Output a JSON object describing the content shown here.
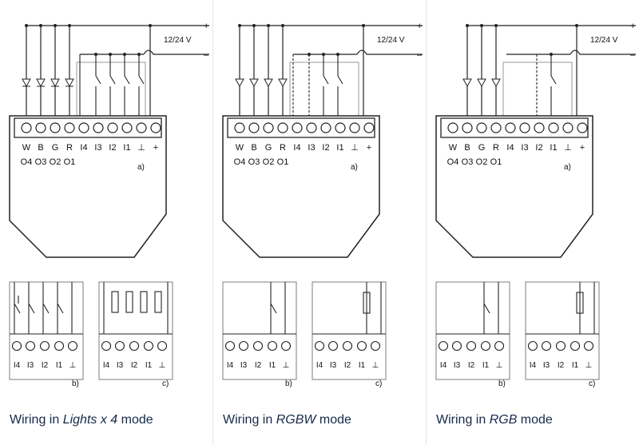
{
  "power": {
    "plus": "+",
    "minus": "–",
    "voltage": "12/24 V"
  },
  "terminals": [
    "W",
    "B",
    "G",
    "R",
    "I4",
    "I3",
    "I2",
    "I1",
    "⊥",
    "+"
  ],
  "outputs": [
    "O4",
    "O3",
    "O2",
    "O1"
  ],
  "small_terminals": [
    "I4",
    "I3",
    "I2",
    "I1",
    "⊥"
  ],
  "labels": {
    "a": "a)",
    "b": "b)",
    "c": "c)"
  },
  "panels": [
    {
      "caption_prefix": "Wiring in ",
      "mode": "Lights x 4",
      "caption_suffix": " mode"
    },
    {
      "caption_prefix": "Wiring in ",
      "mode": "RGBW",
      "caption_suffix": " mode"
    },
    {
      "caption_prefix": "Wiring in ",
      "mode": "RGB",
      "caption_suffix": " mode"
    }
  ]
}
